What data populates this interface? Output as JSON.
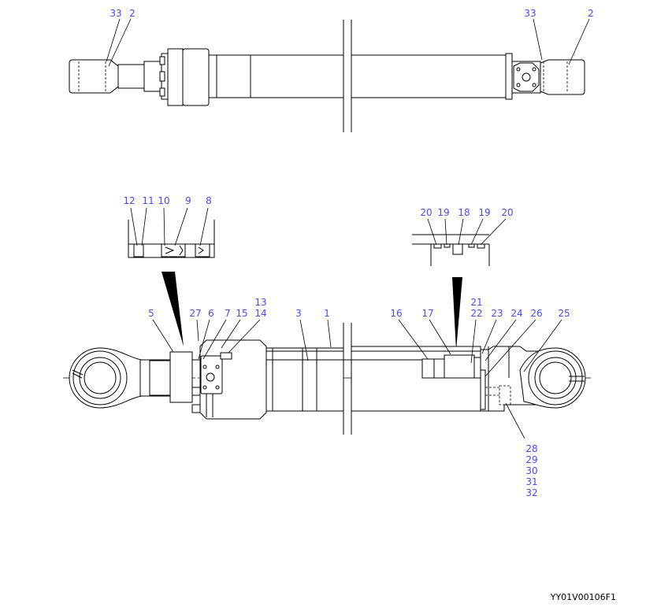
{
  "label_color": "#4a4af0",
  "top_view": {
    "left_labels": [
      "33",
      "2"
    ],
    "right_labels": [
      "33",
      "2"
    ]
  },
  "left_detail": {
    "labels": [
      "12",
      "11",
      "10",
      "9",
      "8"
    ]
  },
  "right_detail": {
    "labels": [
      "20",
      "19",
      "18",
      "19",
      "20"
    ]
  },
  "section_view": {
    "labels": {
      "p5": "5",
      "p27": "27",
      "p6": "6",
      "p7": "7",
      "p15": "15",
      "p13": "13",
      "p14": "14",
      "p3": "3",
      "p1": "1",
      "p16": "16",
      "p17": "17",
      "p21": "21",
      "p22": "22",
      "p23": "23",
      "p24": "24",
      "p26": "26",
      "p25": "25"
    },
    "bottom_group": [
      "28",
      "29",
      "30",
      "31",
      "32"
    ]
  },
  "footer": {
    "drawing_code": "YY01V00106F1"
  }
}
